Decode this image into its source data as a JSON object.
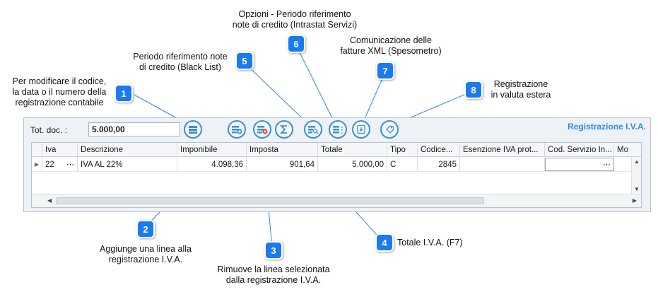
{
  "callouts": [
    {
      "num": "1",
      "text": "Per modificare il codice,\nla data o il numero della\nregistrazione contabile"
    },
    {
      "num": "2",
      "text": "Aggiunge una linea alla\nregistrazione I.V.A."
    },
    {
      "num": "3",
      "text": "Rimuove la linea selezionata\ndalla registrazione I.V.A."
    },
    {
      "num": "4",
      "text": "Totale I.V.A. (F7)"
    },
    {
      "num": "5",
      "text": "Periodo riferimento note\ndi credito (Black List)"
    },
    {
      "num": "6",
      "text": "Opzioni - Periodo riferimento\nnote di credito (Intrastat Servizi)"
    },
    {
      "num": "7",
      "text": "Comunicazione delle\nfatture XML (Spesometro)"
    },
    {
      "num": "8",
      "text": "Registrazione\nin valuta estera"
    }
  ],
  "panel": {
    "tot_label": "Tot. doc. :",
    "tot_value": "5.000,00",
    "title": "Registrazione I.V.A."
  },
  "table": {
    "headers": [
      "Iva",
      "Descrizione",
      "Imponibile",
      "Imposta",
      "Totale",
      "Tipo",
      "Codice...",
      "Esenzione IVA prot...",
      "Cod. Servizio In...",
      "Mo"
    ],
    "rows": [
      [
        "22",
        "IVA AL 22%",
        "4.098,36",
        "901,64",
        "5.000,00",
        "C",
        "2845",
        "",
        "",
        ""
      ]
    ]
  },
  "icons": {
    "edit_button": "edit-registration-icon",
    "add_line": "add-line-icon",
    "remove_line": "remove-line-icon",
    "total_iva": "sigma-icon",
    "black_list": "search-period-icon",
    "intrastat": "options-list-icon",
    "spesometro": "xml-download-icon",
    "currency": "currency-tag-icon"
  },
  "colors": {
    "accent": "#1a7bf0",
    "title": "#2d8be0",
    "icon_border": "#3b8fd6",
    "remove": "#e2352d"
  }
}
